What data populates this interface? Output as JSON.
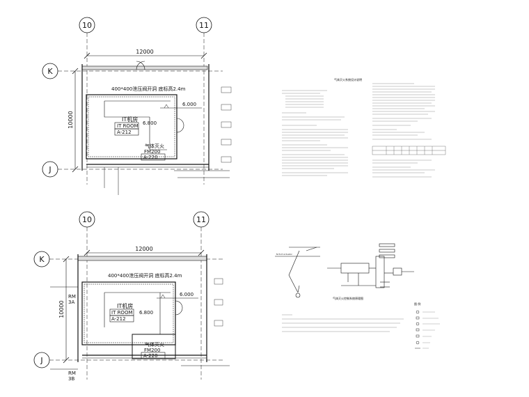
{
  "plans": [
    {
      "grid_col_left": "10",
      "grid_col_right": "11",
      "grid_row_top": "K",
      "grid_row_bottom": "J",
      "width_dim": "12000",
      "height_dim": "10000",
      "vent_note": "400*400泄压阀开洞  底标高2.4m",
      "level_mark": "6.000",
      "room_name_cn": "IT机房",
      "room_name_en": "IT ROOM",
      "room_code": "A-212",
      "room_level": "6.800",
      "ext_name_cn": "气体灭火",
      "ext_model": "FM200",
      "ext_code": "A-220"
    },
    {
      "grid_col_left": "10",
      "grid_col_right": "11",
      "grid_row_top": "K",
      "grid_row_bottom": "J",
      "width_dim": "12000",
      "height_dim": "10000",
      "vent_note": "400*400泄压阀开洞  底标高2.4m",
      "level_mark": "6.000",
      "room_name_cn": "IT机房",
      "room_name_en": "IT ROOM",
      "room_code": "A-212",
      "room_level": "6.800",
      "ext_name_cn": "气体灭火",
      "ext_model": "FM200",
      "ext_code": "A-220",
      "left_room_1": "RM",
      "left_room_1_code": "3A",
      "left_room_2": "RM",
      "left_room_2_code": "3B"
    }
  ],
  "notes": {
    "title": "气体灭火系统设计说明"
  },
  "system": {
    "caption": "气体灭火控制系统原理图",
    "label_left": "N Port Actuator"
  },
  "legend": {
    "title": "图 例"
  },
  "colors": {
    "line": "#111111",
    "background": "#ffffff"
  }
}
